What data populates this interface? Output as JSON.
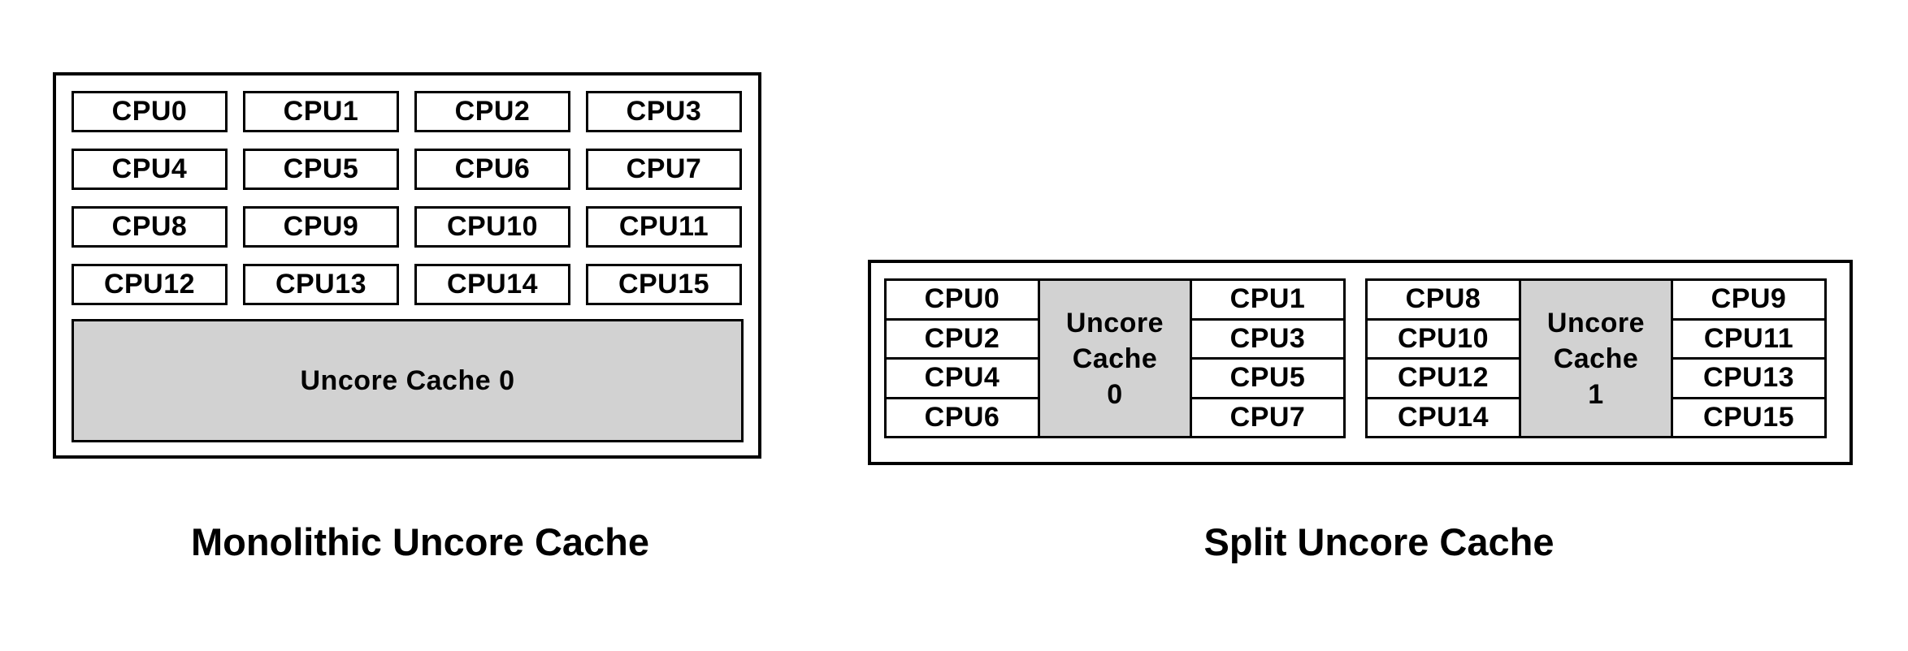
{
  "colors": {
    "background": "#ffffff",
    "border": "#000000",
    "text": "#000000",
    "cache_fill": "#d2d2d2"
  },
  "monolithic": {
    "caption": "Monolithic Uncore Cache",
    "cpus": [
      "CPU0",
      "CPU1",
      "CPU2",
      "CPU3",
      "CPU4",
      "CPU5",
      "CPU6",
      "CPU7",
      "CPU8",
      "CPU9",
      "CPU10",
      "CPU11",
      "CPU12",
      "CPU13",
      "CPU14",
      "CPU15"
    ],
    "cache_label": "Uncore Cache 0"
  },
  "split": {
    "caption": "Split Uncore Cache",
    "clusters": [
      {
        "left_cpus": [
          "CPU0",
          "CPU2",
          "CPU4",
          "CPU6"
        ],
        "cache_lines": [
          "Uncore",
          "Cache",
          "0"
        ],
        "right_cpus": [
          "CPU1",
          "CPU3",
          "CPU5",
          "CPU7"
        ]
      },
      {
        "left_cpus": [
          "CPU8",
          "CPU10",
          "CPU12",
          "CPU14"
        ],
        "cache_lines": [
          "Uncore",
          "Cache",
          "1"
        ],
        "right_cpus": [
          "CPU9",
          "CPU11",
          "CPU13",
          "CPU15"
        ]
      }
    ]
  }
}
